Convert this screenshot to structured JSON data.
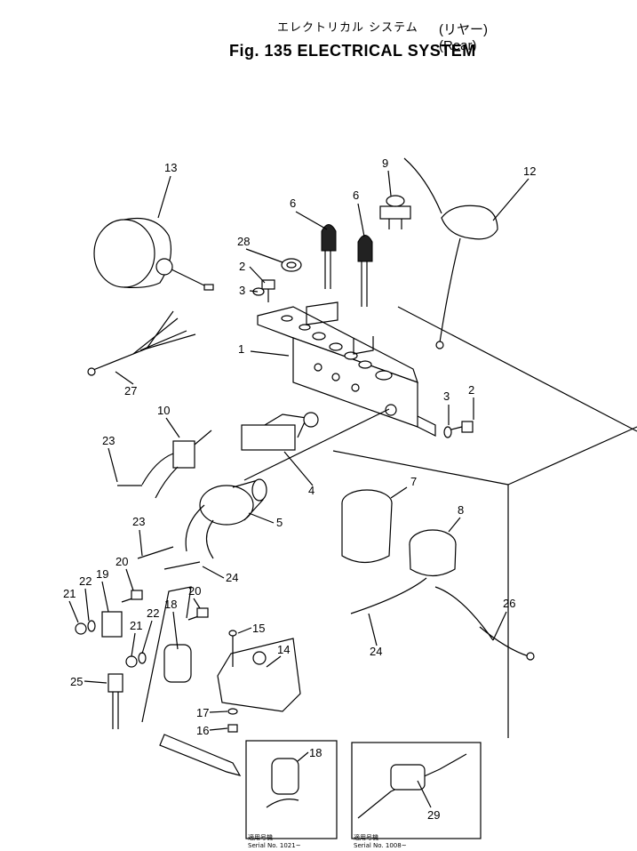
{
  "title": {
    "jp": "エレクトリカル システム",
    "en": "Fig. 135  ELECTRICAL SYSTEM",
    "variant_jp": "リヤー",
    "variant_en": "Rear"
  },
  "callouts": {
    "c1": "1",
    "c2a": "2",
    "c2b": "2",
    "c3a": "3",
    "c3b": "3",
    "c4": "4",
    "c5": "5",
    "c6a": "6",
    "c6b": "6",
    "c7": "7",
    "c8": "8",
    "c9": "9",
    "c10": "10",
    "c12": "12",
    "c13": "13",
    "c14": "14",
    "c15": "15",
    "c16": "16",
    "c17": "17",
    "c18": "18",
    "c18b": "18",
    "c19": "19",
    "c20a": "20",
    "c20b": "20",
    "c21a": "21",
    "c21b": "21",
    "c22a": "22",
    "c22b": "22",
    "c23a": "23",
    "c23b": "23",
    "c24a": "24",
    "c24b": "24",
    "c25": "25",
    "c26": "26",
    "c27": "27",
    "c28": "28",
    "c29": "29"
  },
  "inset_left": {
    "caption_jp": "適用号機",
    "caption_en": "Serial No. 1021~"
  },
  "inset_right": {
    "caption_jp": "適用号機",
    "caption_en": "Serial No. 1008~"
  }
}
